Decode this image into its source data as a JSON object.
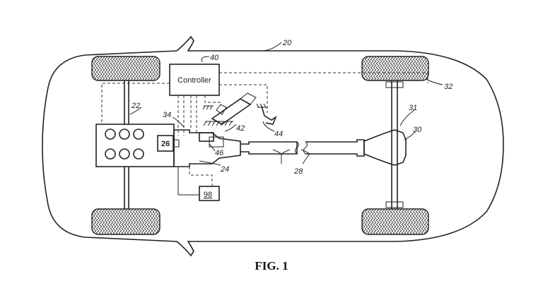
{
  "figure": {
    "caption": "FIG. 1",
    "controller_label": "Controller",
    "refs": {
      "vehicle": "20",
      "engine": "22",
      "transmission": "24",
      "component_26": "26",
      "driveshaft": "28",
      "differential": "30",
      "axle": "31",
      "wheel": "32",
      "connector": "34",
      "controller": "40",
      "pedal_42": "42",
      "pedal_44": "44",
      "sensor_46": "46",
      "module_98": "98"
    }
  }
}
